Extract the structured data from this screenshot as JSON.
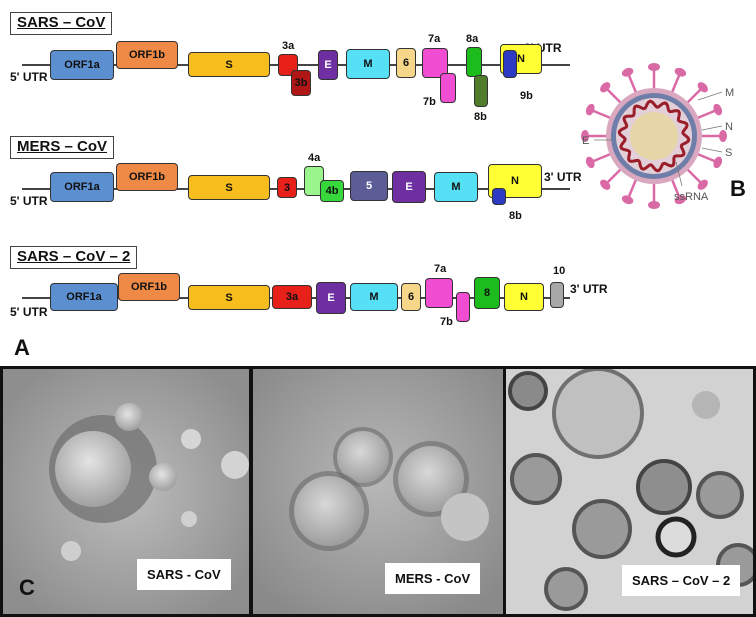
{
  "colors": {
    "orf1a": "#5b8fd0",
    "orf1b": "#ee8a45",
    "s": "#f7bd1d",
    "sm3a": "#e8201a",
    "sm3b": "#b01616",
    "e": "#6e2fa0",
    "m": "#56e0f5",
    "orf6": "#f6d78a",
    "orf7a": "#f04dd2",
    "orf7b": "#f04dd2",
    "orf8": "#1bbc1b",
    "orf8b_sars": "#4f7d2c",
    "n": "#ffff33",
    "orf9b": "#2d3bc2",
    "orf4a": "#9af58c",
    "orf4b": "#37d83c",
    "orf5": "#5c5c96",
    "orf10": "#a8a8a8",
    "virion_spike": "#d96aa6",
    "virion_rna": "#9a1d2a"
  },
  "panel_letters": {
    "a": "A",
    "b": "B",
    "c": "C"
  },
  "genomes": {
    "sars": {
      "title": "SARS – CoV",
      "utr5": "5' UTR",
      "utr3": "3' UTR",
      "genes": {
        "orf1a": "ORF1a",
        "orf1b": "ORF1b",
        "s": "S",
        "e": "E",
        "m": "M",
        "orf6": "6",
        "n": "N",
        "label_3a": "3a",
        "label_3b": "3b",
        "label_7a": "7a",
        "label_7b": "7b",
        "label_8a": "8a",
        "label_8b": "8b",
        "label_9b": "9b"
      }
    },
    "mers": {
      "title": "MERS – CoV",
      "utr5": "5' UTR",
      "utr3": "3' UTR",
      "genes": {
        "orf1a": "ORF1a",
        "orf1b": "ORF1b",
        "s": "S",
        "orf3": "3",
        "label_4a": "4a",
        "orf4b": "4b",
        "orf5": "5",
        "e": "E",
        "m": "M",
        "n": "N",
        "label_8b": "8b"
      }
    },
    "sars2": {
      "title": "SARS – CoV – 2",
      "utr5": "5' UTR",
      "utr3": "3' UTR",
      "genes": {
        "orf1a": "ORF1a",
        "orf1b": "ORF1b",
        "s": "S",
        "orf3a": "3a",
        "e": "E",
        "m": "M",
        "orf6": "6",
        "label_7a": "7a",
        "label_7b": "7b",
        "orf8": "8",
        "n": "N",
        "label_10": "10"
      }
    }
  },
  "virion": {
    "labels": {
      "m": "M",
      "n": "N",
      "s": "S",
      "e": "E",
      "ssrna": "ssRNA"
    }
  },
  "micrographs": [
    {
      "label": "SARS - CoV"
    },
    {
      "label": "MERS - CoV"
    },
    {
      "label": "SARS – CoV – 2"
    }
  ]
}
